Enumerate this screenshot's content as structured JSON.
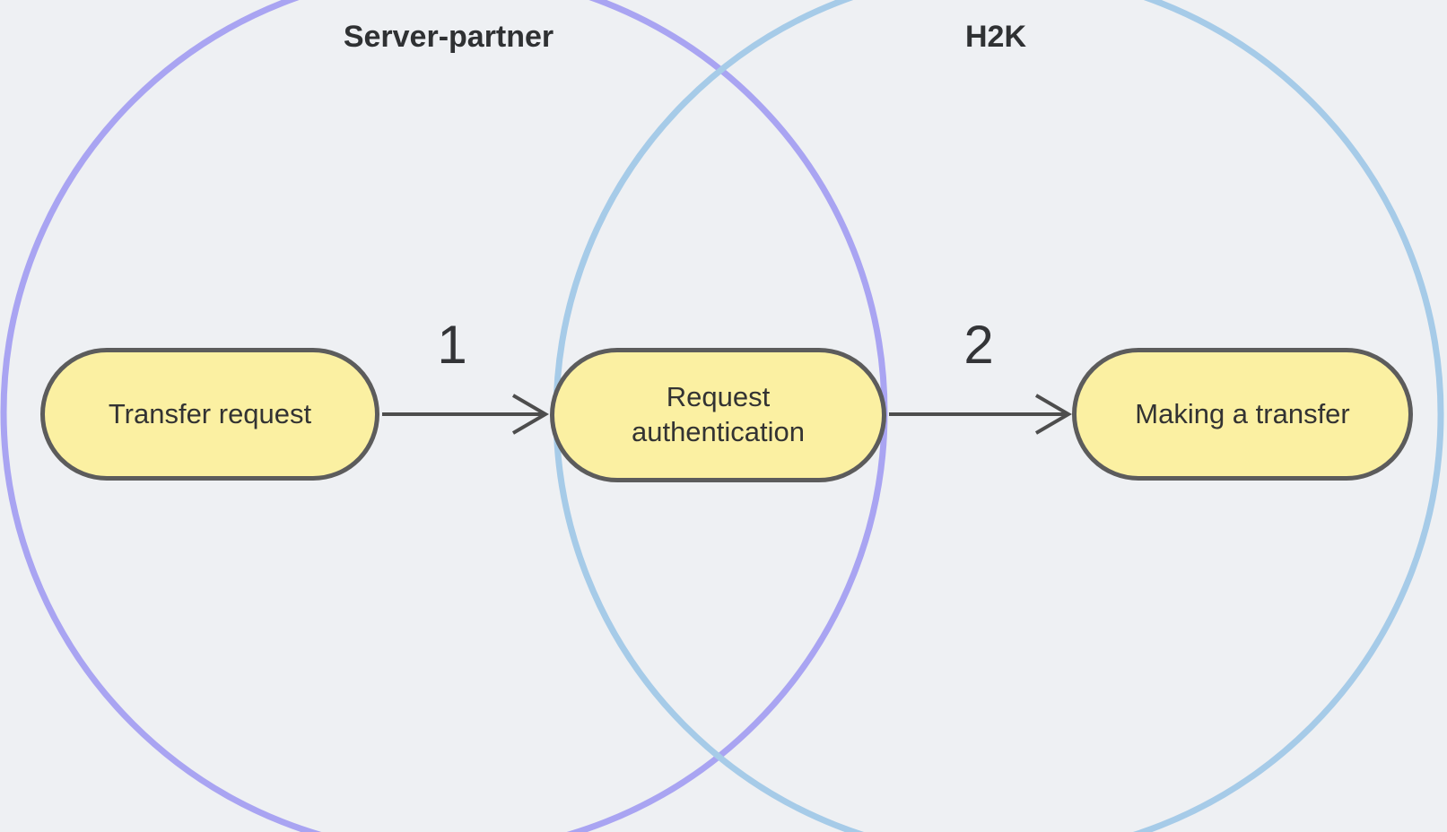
{
  "diagram": {
    "background_color": "#eef0f3",
    "sets": [
      {
        "label": "Server-partner",
        "stroke_color": "#a9a4f2"
      },
      {
        "label": "H2K",
        "stroke_color": "#a6cbe8"
      }
    ],
    "nodes": [
      {
        "label": "Transfer request",
        "fill_color": "#fbf0a2",
        "border_color": "#5c5c5c",
        "set": "Server-partner"
      },
      {
        "label": "Request authentication",
        "fill_color": "#fbf0a2",
        "border_color": "#5c5c5c",
        "set": "Server-partner ∩ H2K"
      },
      {
        "label": "Making a transfer",
        "fill_color": "#fbf0a2",
        "border_color": "#5c5c5c",
        "set": "H2K"
      }
    ],
    "arrows": [
      {
        "label": "1",
        "from": "Transfer request",
        "to": "Request authentication",
        "color": "#4d4d4d"
      },
      {
        "label": "2",
        "from": "Request authentication",
        "to": "Making a transfer",
        "color": "#4d4d4d"
      }
    ],
    "text_color": "#333333"
  }
}
